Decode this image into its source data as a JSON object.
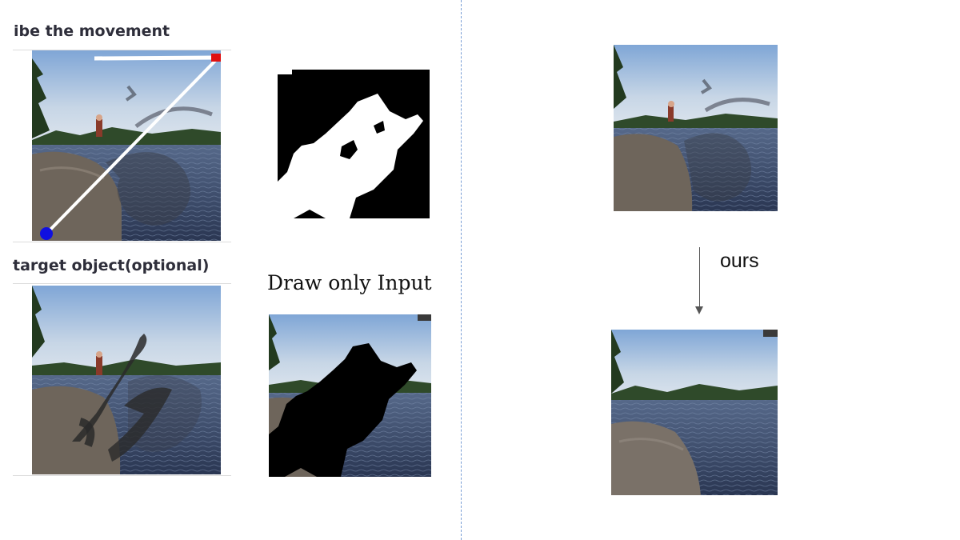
{
  "left_panel": {
    "movement_label": "ibe the movement",
    "target_label": "target object(optional)"
  },
  "middle": {
    "draw_only_title": "Draw only Input"
  },
  "right_panel": {
    "result_label": "ours"
  },
  "colors": {
    "divider": "#7a9fd6",
    "trajectory_line": "#ffffff",
    "trajectory_start": "#1010e0",
    "trajectory_end": "#e01010"
  }
}
